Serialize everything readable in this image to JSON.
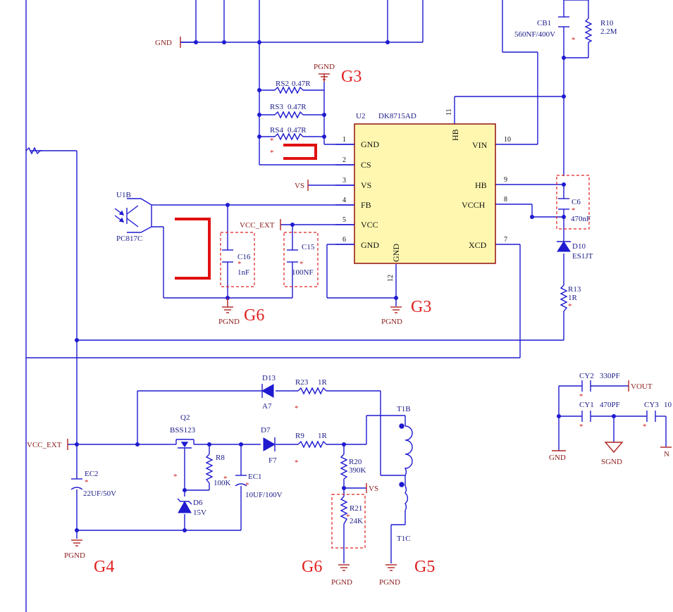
{
  "colors": {
    "wire": "#1f1ad0",
    "ground_symbol": "#b22222",
    "annotation": "#e02020",
    "ic_body": "#fff7b0"
  },
  "net_labels": {
    "gnd_top": "GND",
    "pgnd_g3_top": "PGND",
    "vs_left": "VS",
    "vcc_ext_mid": "VCC_EXT",
    "pgnd_c16": "PGND",
    "pgnd_ic": "PGND",
    "vcc_ext_left": "VCC_EXT",
    "pgnd_ec2": "PGND",
    "vs_right": "VS",
    "pgnd_r21": "PGND",
    "pgnd_t1c": "PGND",
    "vout": "VOUT",
    "gnd_cy": "GND",
    "sgnd": "SGND",
    "n": "N"
  },
  "group_labels": {
    "g3_top": "G3",
    "g3_ic": "G3",
    "g6_c16": "G6",
    "g4": "G4",
    "g6_bottom": "G6",
    "g5": "G5"
  },
  "ic": {
    "ref": "U2",
    "part": "DK8715AD",
    "left_pins": [
      {
        "num": "1",
        "name": "GND"
      },
      {
        "num": "2",
        "name": "CS"
      },
      {
        "num": "3",
        "name": "VS"
      },
      {
        "num": "4",
        "name": "FB"
      },
      {
        "num": "5",
        "name": "VCC"
      },
      {
        "num": "6",
        "name": "GND"
      }
    ],
    "right_pins": [
      {
        "num": "10",
        "name": "VIN"
      },
      {
        "num": "9",
        "name": "HB"
      },
      {
        "num": "8",
        "name": "VCCH"
      },
      {
        "num": "7",
        "name": "XCD"
      }
    ],
    "top_pin": {
      "num": "11",
      "name": "HB"
    },
    "bottom_pin": {
      "num": "12",
      "name": "GND"
    }
  },
  "components": {
    "cb1": {
      "ref": "CB1",
      "value": "560NF/400V"
    },
    "r10": {
      "ref": "R10",
      "value": "2.2M"
    },
    "rs2": {
      "ref": "RS2",
      "value": "0.47R"
    },
    "rs3": {
      "ref": "RS3",
      "value": "0.47R"
    },
    "rs4": {
      "ref": "RS4",
      "value": "0.47R"
    },
    "u1b": {
      "ref": "U1B",
      "value": "PC817C"
    },
    "c16": {
      "ref": "C16",
      "value": "1nF"
    },
    "c15": {
      "ref": "C15",
      "value": "100NF"
    },
    "c6": {
      "ref": "C6",
      "value": "470nF"
    },
    "d10": {
      "ref": "D10",
      "value": "ES1JT"
    },
    "r13": {
      "ref": "R13",
      "value": "1R"
    },
    "d13": {
      "ref": "D13",
      "value": "A7"
    },
    "r23": {
      "ref": "R23",
      "value": "1R"
    },
    "t1b": {
      "ref": "T1B"
    },
    "q2": {
      "ref": "Q2",
      "value": "BSS123"
    },
    "d7": {
      "ref": "D7",
      "value": "F7"
    },
    "r9": {
      "ref": "R9",
      "value": "1R"
    },
    "r8": {
      "ref": "R8",
      "value": "100K"
    },
    "ec1": {
      "ref": "EC1",
      "value": "10UF/100V"
    },
    "ec2": {
      "ref": "EC2",
      "value": "22UF/50V"
    },
    "d6": {
      "ref": "D6",
      "value": "15V"
    },
    "r20": {
      "ref": "R20",
      "value": "390K"
    },
    "r21": {
      "ref": "R21",
      "value": "24K"
    },
    "t1c": {
      "ref": "T1C"
    },
    "cy2": {
      "ref": "CY2",
      "value": "330PF"
    },
    "cy1": {
      "ref": "CY1",
      "value": "470PF"
    },
    "cy3": {
      "ref": "CY3",
      "value": "10"
    }
  },
  "marks": {
    "star": "*"
  }
}
